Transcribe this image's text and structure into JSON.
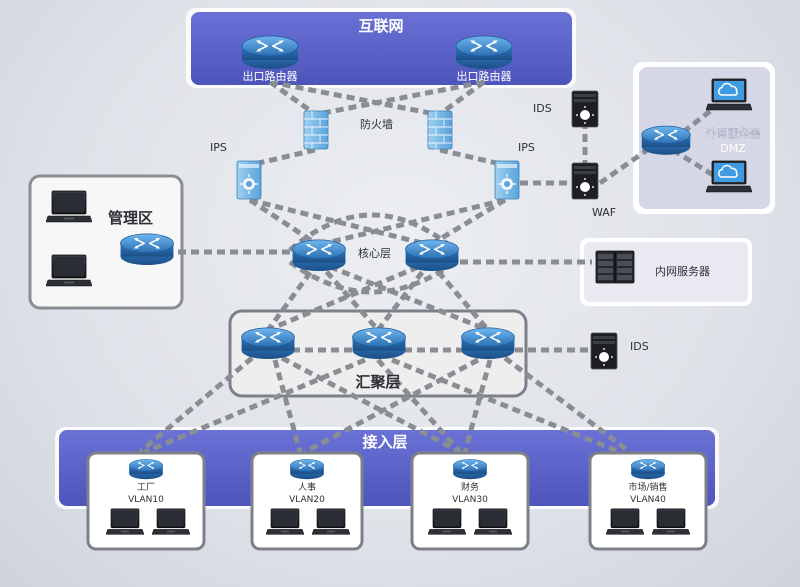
{
  "internet": {
    "title": "互联网",
    "router_left": "出口路由器",
    "router_right": "出口路由器"
  },
  "firewall_label": "防火墙",
  "ips_left": "IPS",
  "ips_right": "IPS",
  "ids_top": "IDS",
  "waf": "WAF",
  "dmz": {
    "line1": "外网服务器",
    "line2": "DMZ"
  },
  "management": "管理区",
  "core": "核心层",
  "intranet_server": "内网服务器",
  "ids_agg": "IDS",
  "aggregation": "汇聚层",
  "access": "接入层",
  "vlans": [
    {
      "name": "工厂",
      "vlan": "VLAN10"
    },
    {
      "name": "人事",
      "vlan": "VLAN20"
    },
    {
      "name": "财务",
      "vlan": "VLAN30"
    },
    {
      "name": "市场/销售",
      "vlan": "VLAN40"
    }
  ],
  "colors": {
    "zone_blue": "#5b63c9",
    "router_blue": "#3e8fd6",
    "link_gray": "#8a8d93",
    "panel_border": "#7d8088"
  }
}
